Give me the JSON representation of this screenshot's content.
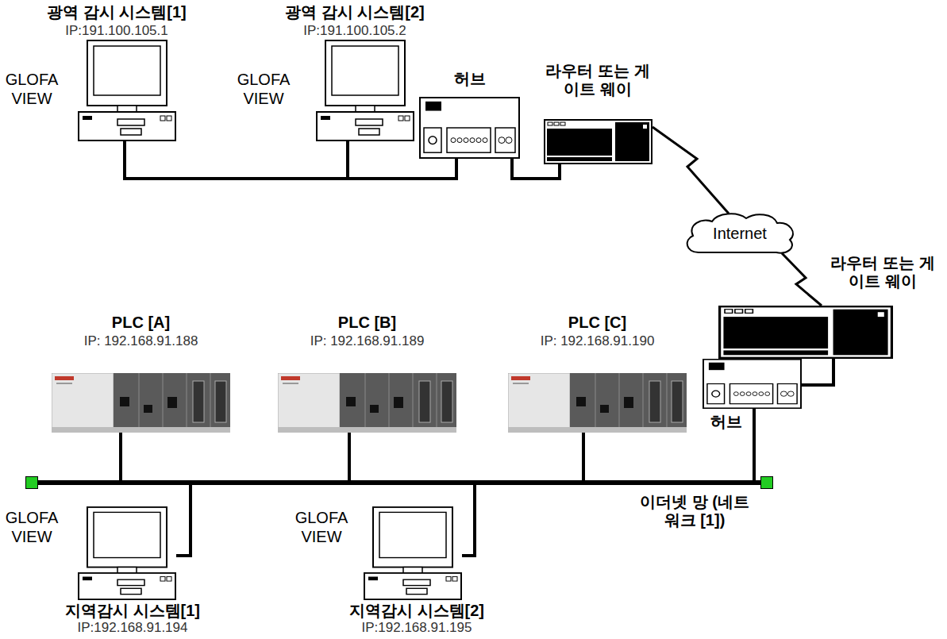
{
  "diagram": {
    "nodes": [
      {
        "text": [
          "광역 감시 시스템[1]",
          "IP:191.100.105.1",
          "GLOFA VIEW"
        ]
      },
      {
        "text": [
          "광역 감시 시스템[2]",
          "IP:191.100.105.2",
          "GLOFA VIEW"
        ]
      },
      {
        "text": [
          "허브"
        ]
      },
      {
        "text": [
          "라우터 또는 게이트 웨이"
        ]
      },
      {
        "text": [
          "Internet"
        ]
      },
      {
        "text": [
          "라우터 또는 게이트 웨이"
        ]
      },
      {
        "text": [
          "PLC [A]",
          "IP: 192.168.91.188"
        ]
      },
      {
        "text": [
          "PLC [B]",
          "IP: 192.168.91.189"
        ]
      },
      {
        "text": [
          "PLC [C]",
          "IP: 192.168.91.190"
        ]
      },
      {
        "text": [
          "허브"
        ]
      },
      {
        "text": [
          "이더넷 망 (네트워크 [1])"
        ]
      },
      {
        "text": [
          "GLOFA VIEW",
          "지역감시 시스템[1]",
          "IP:192.168.91.194"
        ]
      },
      {
        "text": [
          "GLOFA VIEW",
          "지역감시 시스템[2]",
          "IP:192.168.91.195"
        ]
      }
    ],
    "edges": [
      {
        "from": 0,
        "to": 2,
        "arrow": "none"
      },
      {
        "from": 1,
        "to": 2,
        "arrow": "none"
      },
      {
        "from": 2,
        "to": 3,
        "arrow": "none"
      },
      {
        "from": 3,
        "to": 4,
        "arrow": "none"
      },
      {
        "from": 4,
        "to": 5,
        "arrow": "none"
      },
      {
        "from": 5,
        "to": 9,
        "arrow": "none"
      },
      {
        "from": 9,
        "to": 10,
        "arrow": "none"
      },
      {
        "from": 6,
        "to": 10,
        "arrow": "none"
      },
      {
        "from": 7,
        "to": 10,
        "arrow": "none"
      },
      {
        "from": 8,
        "to": 10,
        "arrow": "none"
      },
      {
        "from": 11,
        "to": 10,
        "arrow": "none"
      },
      {
        "from": 12,
        "to": 10,
        "arrow": "none"
      }
    ]
  }
}
